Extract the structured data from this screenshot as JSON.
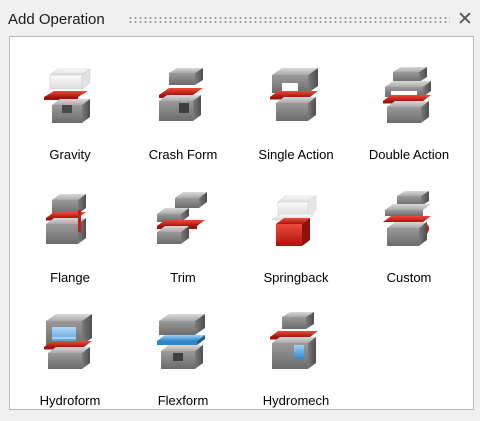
{
  "window": {
    "title": "Add Operation",
    "close_glyph": "✕"
  },
  "operations": [
    {
      "label": "Gravity",
      "icon": "gravity-icon"
    },
    {
      "label": "Crash Form",
      "icon": "crash-form-icon"
    },
    {
      "label": "Single Action",
      "icon": "single-action-icon"
    },
    {
      "label": "Double Action",
      "icon": "double-action-icon"
    },
    {
      "label": "Flange",
      "icon": "flange-icon"
    },
    {
      "label": "Trim",
      "icon": "trim-icon"
    },
    {
      "label": "Springback",
      "icon": "springback-icon"
    },
    {
      "label": "Custom",
      "icon": "custom-icon"
    },
    {
      "label": "Hydroform",
      "icon": "hydroform-icon"
    },
    {
      "label": "Flexform",
      "icon": "flexform-icon"
    },
    {
      "label": "Hydromech",
      "icon": "hydromech-icon"
    }
  ],
  "colors": {
    "sheet_red": "#d0281f",
    "tool_gray": "#8a8a8a",
    "fluid_blue": "#4fa9e6",
    "ghost_white": "#efefef"
  }
}
